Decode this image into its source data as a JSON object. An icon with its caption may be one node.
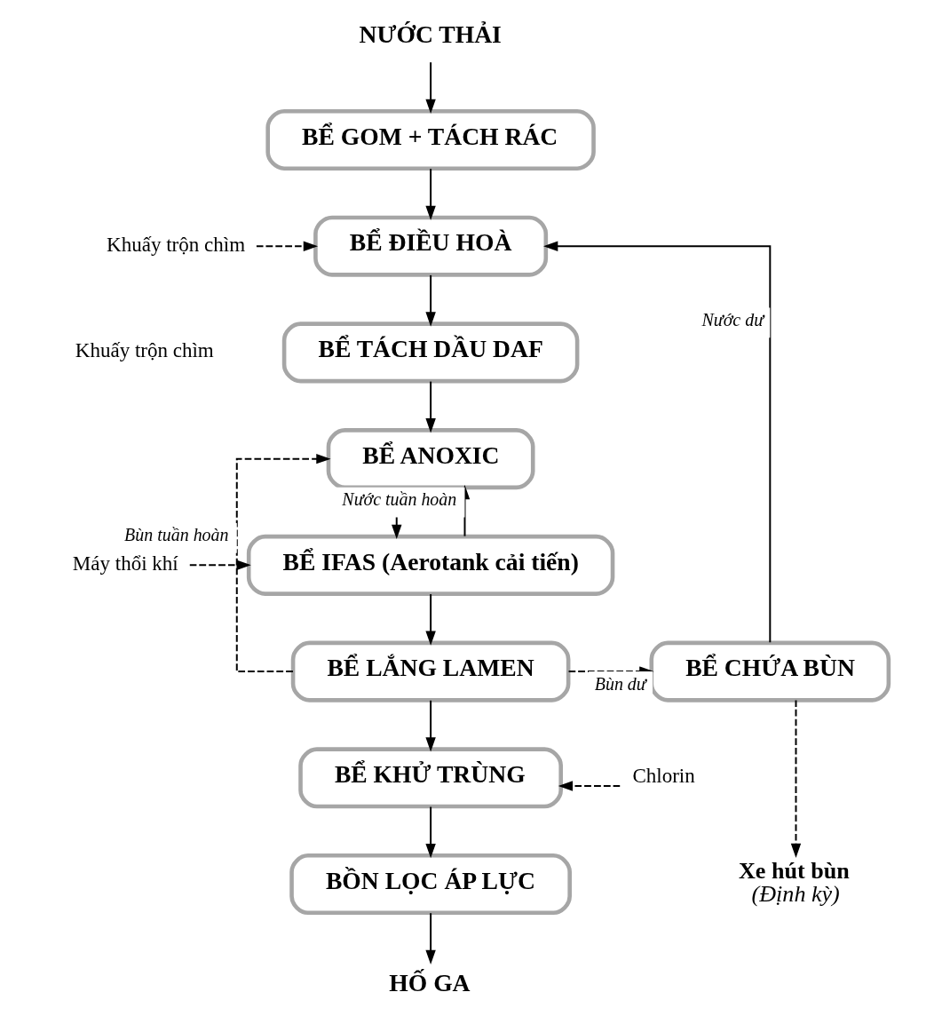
{
  "diagram": {
    "nodes": [
      {
        "text": [
          "NƯỚC THẢI"
        ]
      },
      {
        "text": [
          "BỂ GOM + TÁCH RÁC"
        ]
      },
      {
        "text": [
          "Khuấy trộn chìm"
        ]
      },
      {
        "text": [
          "BỂ ĐIỀU HOÀ"
        ]
      },
      {
        "text": [
          "BỂ TÁCH DẦU DAF"
        ]
      },
      {
        "text": [
          "BỂ ANOXIC"
        ]
      },
      {
        "text": [
          "Máy thổi khí"
        ]
      },
      {
        "text": [
          "BỂ IFAS (Aerotank cải tiến)"
        ]
      },
      {
        "text": [
          "BỂ LẮNG LAMEN"
        ]
      },
      {
        "text": [
          "BỂ CHỨA BÙN"
        ]
      },
      {
        "text": [
          "Chlorin"
        ]
      },
      {
        "text": [
          "BỂ KHỬ TRÙNG"
        ]
      },
      {
        "text": [
          "Xe hút bùn",
          "(Định kỳ)"
        ]
      },
      {
        "text": [
          "BỒN LỌC ÁP LỰC"
        ]
      },
      {
        "text": [
          "HỐ GA"
        ]
      }
    ],
    "edges": [
      {
        "from": 0,
        "to": 1,
        "arrow": "to"
      },
      {
        "from": 1,
        "to": 3,
        "arrow": "to"
      },
      {
        "from": 2,
        "to": 3,
        "arrow": "to",
        "style": "dashed"
      },
      {
        "from": 3,
        "to": 4,
        "arrow": "to"
      },
      {
        "from": 4,
        "to": 5,
        "arrow": "to"
      },
      {
        "from": 7,
        "to": 5,
        "arrow": "to",
        "label": "Nước tuần hoàn"
      },
      {
        "from": 5,
        "to": 7,
        "arrow": "to"
      },
      {
        "from": 6,
        "to": 7,
        "arrow": "to",
        "style": "dashed"
      },
      {
        "from": 8,
        "to": 5,
        "arrow": "to",
        "style": "dashed",
        "label": "Bùn tuần hoàn"
      },
      {
        "from": 7,
        "to": 8,
        "arrow": "to"
      },
      {
        "from": 8,
        "to": 9,
        "arrow": "to",
        "style": "dashed",
        "label": "Bùn dư"
      },
      {
        "from": 9,
        "to": 3,
        "arrow": "to",
        "label": "Nước dư"
      },
      {
        "from": 9,
        "to": 12,
        "arrow": "to",
        "style": "dashed"
      },
      {
        "from": 8,
        "to": 11,
        "arrow": "to"
      },
      {
        "from": 10,
        "to": 11,
        "arrow": "to",
        "style": "dashed"
      },
      {
        "from": 11,
        "to": 13,
        "arrow": "to"
      },
      {
        "from": 13,
        "to": 14,
        "arrow": "to"
      }
    ],
    "labels": [
      "Khuấy trộn chìm"
    ]
  }
}
